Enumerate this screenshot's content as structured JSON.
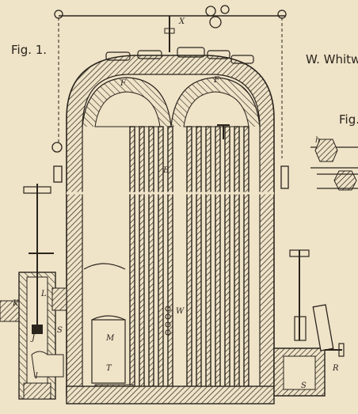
{
  "figures": {
    "fig1_label": "Fig. 1.",
    "fig2_label": "Fig.",
    "header_text": "W. Whitw"
  },
  "letters": {
    "X": "X",
    "F_left": "F",
    "F_right": "F",
    "B": "B",
    "K": "K",
    "L": "L",
    "S1": "S",
    "J": "J",
    "I": "I",
    "M": "M",
    "T": "T",
    "W": "W",
    "R": "R",
    "S_right": "S",
    "h": "h"
  },
  "colors": {
    "paper": "#efe3c8",
    "ink": "#2a241c"
  }
}
